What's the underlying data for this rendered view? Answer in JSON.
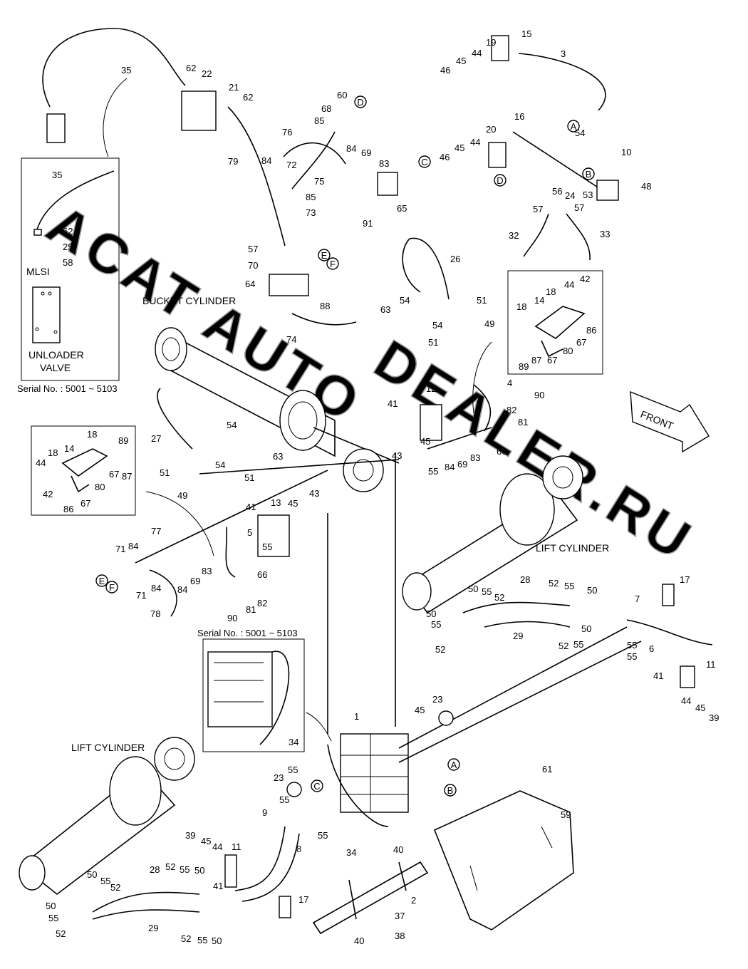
{
  "captions": {
    "bucket_cylinder": "BUCKET CYLINDER",
    "lift_cylinder_right": "LIFT CYLINDER",
    "lift_cylinder_left": "LIFT CYLINDER",
    "front": "FRONT",
    "mlsi": "MLSI",
    "unloader_line1": "UNLOADER",
    "unloader_line2": "VALVE",
    "serial_inset_left": "Serial No. : 5001 ~ 5103",
    "serial_inset_center": "Serial No. : 5001 ~ 5103"
  },
  "watermark": {
    "line1": "ACAT AUTO",
    "line2": "DEALER.RU"
  },
  "callouts": {
    "c1": "1",
    "c2": "2",
    "c3": "3",
    "c4": "4",
    "c5": "5",
    "c6": "6",
    "c7": "7",
    "c8": "8",
    "c9": "9",
    "c10": "10",
    "c11a": "11",
    "c11b": "11",
    "c12": "12",
    "c13": "13",
    "c14a": "14",
    "c14b": "14",
    "c15": "15",
    "c16": "16",
    "c17a": "17",
    "c17b": "17",
    "c18a": "18",
    "c18b": "18",
    "c18c": "18",
    "c18d": "18",
    "c19": "19",
    "c20": "20",
    "c21": "21",
    "c22": "22",
    "c23a": "23",
    "c23b": "23",
    "c24": "24",
    "c25": "25",
    "c26": "26",
    "c27": "27",
    "c28a": "28",
    "c28b": "28",
    "c29a": "29",
    "c29b": "29",
    "c32": "32",
    "c33": "33",
    "c34a": "34",
    "c34b": "34",
    "c35a": "35",
    "c35b": "35",
    "c37": "37",
    "c38": "38",
    "c39a": "39",
    "c39b": "39",
    "c40a": "40",
    "c40b": "40",
    "c41a": "41",
    "c41b": "41",
    "c41c": "41",
    "c41d": "41",
    "c42a": "42",
    "c42b": "42",
    "c43a": "43",
    "c43b": "43",
    "c44a": "44",
    "c44b": "44",
    "c44c": "44",
    "c44d": "44",
    "c44e": "44",
    "c44f": "44",
    "c45a": "45",
    "c45b": "45",
    "c45c": "45",
    "c45d": "45",
    "c45e": "45",
    "c45f": "45",
    "c45g": "45",
    "c46a": "46",
    "c46b": "46",
    "c48": "48",
    "c49a": "49",
    "c49b": "49",
    "c50a": "50",
    "c50b": "50",
    "c50c": "50",
    "c50d": "50",
    "c50e": "50",
    "c50f": "50",
    "c50g": "50",
    "c50h": "50",
    "c51a": "51",
    "c51b": "51",
    "c51c": "51",
    "c51d": "51",
    "c52a": "52",
    "c52b": "52",
    "c52c": "52",
    "c52d": "52",
    "c52e": "52",
    "c52f": "52",
    "c52g": "52",
    "c52h": "52",
    "c53": "53",
    "c54a": "54",
    "c54b": "54",
    "c54c": "54",
    "c54d": "54",
    "c54e": "54",
    "c55a": "55",
    "c55b": "55",
    "c55c": "55",
    "c55d": "55",
    "c55e": "55",
    "c55f": "55",
    "c55g": "55",
    "c55h": "55",
    "c55i": "55",
    "c55j": "55",
    "c55k": "55",
    "c55l": "55",
    "c55m": "55",
    "c55n": "55",
    "c55o": "55",
    "c56": "56",
    "c57a": "57",
    "c57b": "57",
    "c57c": "57",
    "c58": "58",
    "c59": "59",
    "c60": "60",
    "c61": "61",
    "c62a": "62",
    "c62b": "62",
    "c62c": "62",
    "c63a": "63",
    "c63b": "63",
    "c64": "64",
    "c65": "65",
    "c66a": "66",
    "c66b": "66",
    "c67a": "67",
    "c67b": "67",
    "c67c": "67",
    "c67d": "67",
    "c68": "68",
    "c69a": "69",
    "c69b": "69",
    "c69c": "69",
    "c70": "70",
    "c71a": "71",
    "c71b": "71",
    "c72": "72",
    "c73": "73",
    "c74": "74",
    "c75": "75",
    "c76": "76",
    "c77": "77",
    "c78": "78",
    "c79": "79",
    "c80a": "80",
    "c80b": "80",
    "c81a": "81",
    "c81b": "81",
    "c82a": "82",
    "c82b": "82",
    "c83a": "83",
    "c83b": "83",
    "c83c": "83",
    "c84a": "84",
    "c84b": "84",
    "c84c": "84",
    "c84d": "84",
    "c84e": "84",
    "c84f": "84",
    "c85a": "85",
    "c85b": "85",
    "c86a": "86",
    "c86b": "86",
    "c87a": "87",
    "c87b": "87",
    "c88": "88",
    "c89a": "89",
    "c89b": "89",
    "c90a": "90",
    "c90b": "90",
    "c91": "91"
  },
  "connectors": {
    "kA1": "A",
    "kA2": "A",
    "kB1": "B",
    "kB2": "B",
    "kC1": "C",
    "kC2": "C",
    "kD1": "D",
    "kD2": "D",
    "kE1": "E",
    "kE2": "E",
    "kF1": "F",
    "kF2": "F"
  }
}
